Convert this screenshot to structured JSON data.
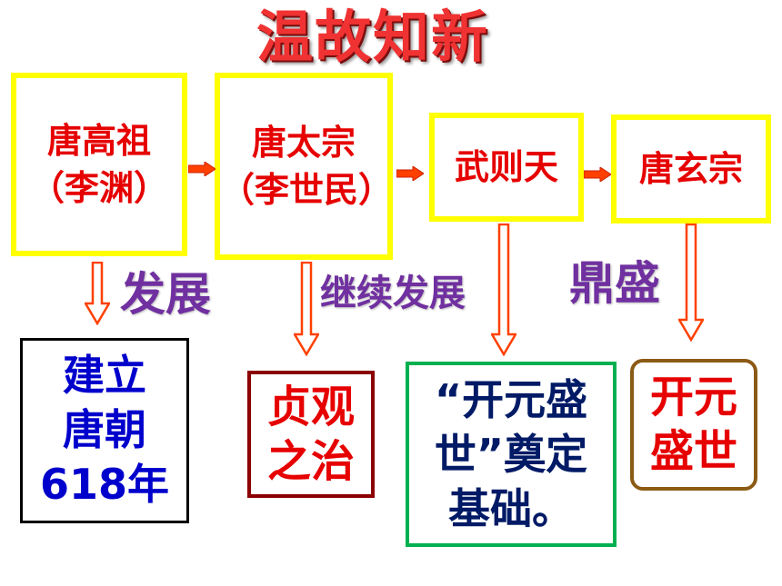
{
  "title": "温故知新",
  "rulers": [
    {
      "name": "唐高祖",
      "personal": "（李渊）"
    },
    {
      "name": "唐太宗",
      "personal": "（李世民）"
    },
    {
      "name": "武则天"
    },
    {
      "name": "唐玄宗"
    }
  ],
  "labels": {
    "develop": "发展",
    "continue": "继续发展",
    "peak": "鼎盛"
  },
  "results": {
    "founded": [
      "建立",
      "唐朝",
      "618年"
    ],
    "zhenguan": [
      "贞观",
      "之治"
    ],
    "foundation": [
      "“开元盛",
      "世”奠定",
      "基础。"
    ],
    "kaiyuan": [
      "开元",
      "盛世"
    ]
  },
  "colors": {
    "title": "#f03232",
    "box_border": "#ffff00",
    "ruler_text": "#e60000",
    "arrow_fill": "#ff4000",
    "label": "#7030a0"
  }
}
